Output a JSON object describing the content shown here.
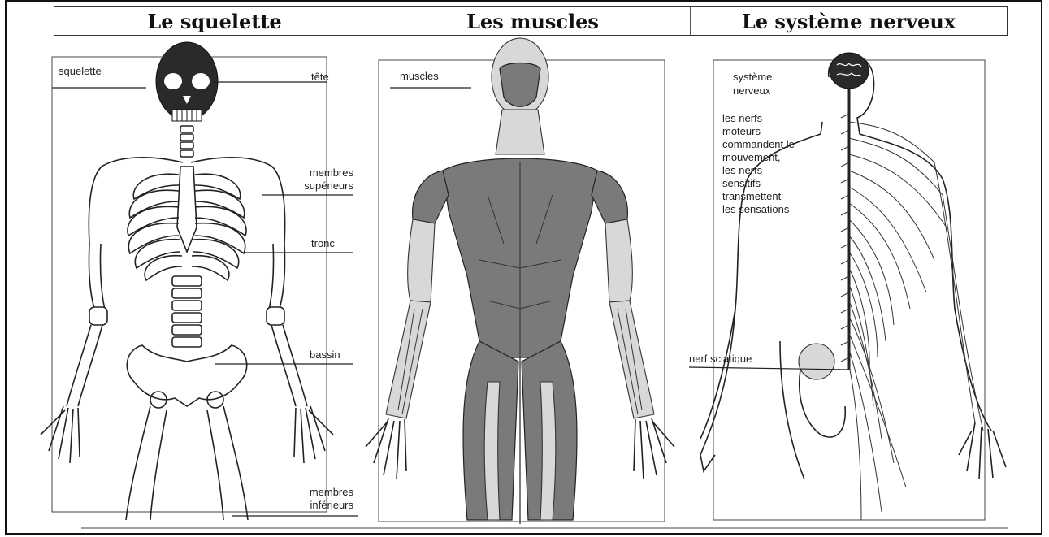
{
  "panels": [
    {
      "title": "Le squelette",
      "box_label": "squelette"
    },
    {
      "title": "Les muscles",
      "box_label": "muscles"
    },
    {
      "title": "Le système nerveux",
      "box_label": "système\nnerveux"
    }
  ],
  "skeleton_labels": {
    "tete": "tête",
    "membres_superieurs": "membres\nsupérieurs",
    "tronc": "tronc",
    "bassin": "bassin",
    "membres_inferieurs": "membres\ninférieurs"
  },
  "nervous_labels": {
    "description": "les nerfs\nmoteurs\ncommandent le\nmouvement,\nles nerfs\nsensitifs\ntransmettent\nles sensations",
    "nerf_sciatique": "nerf sciatique"
  }
}
